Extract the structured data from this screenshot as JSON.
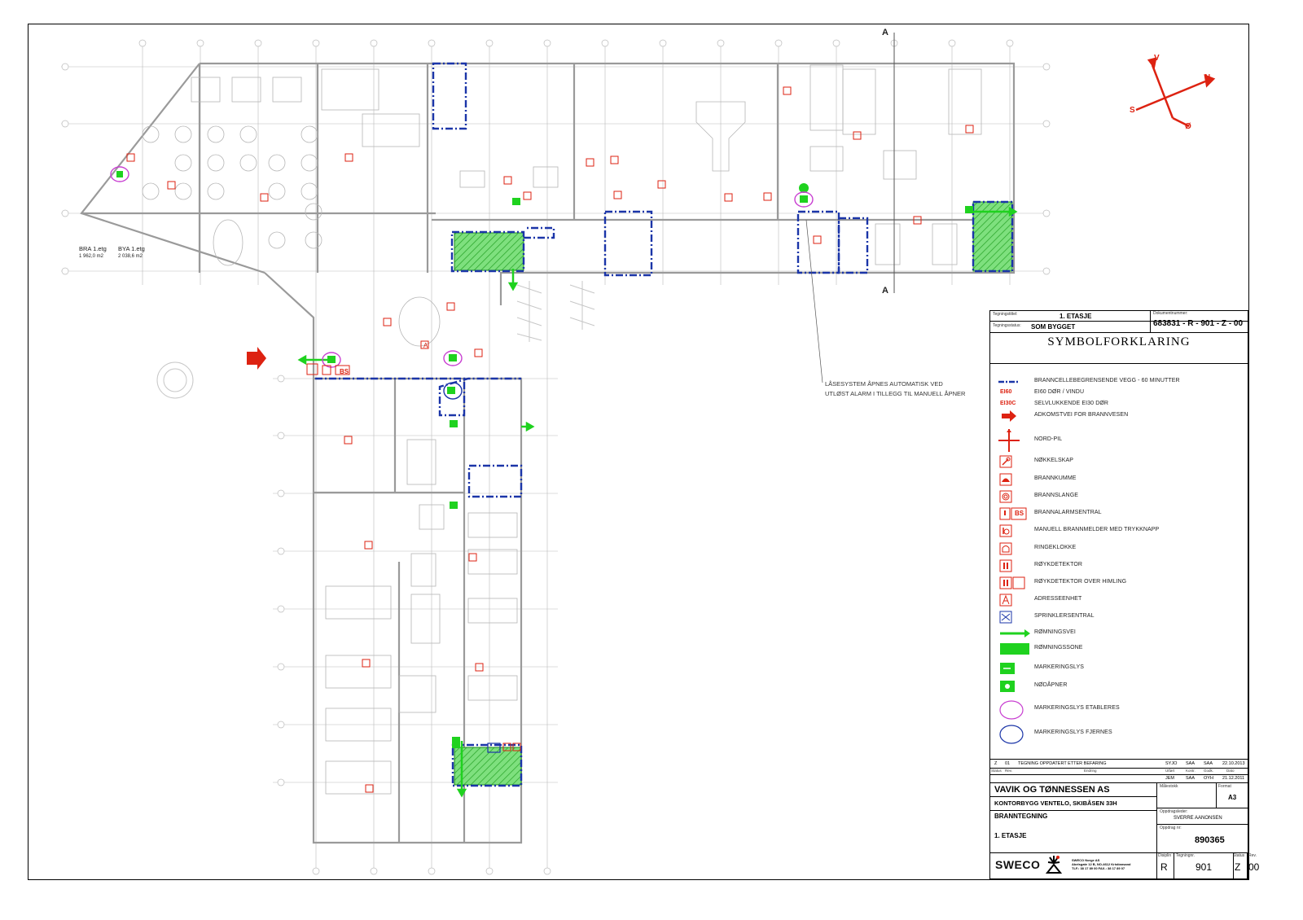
{
  "plan": {
    "area_labels": {
      "bra": "BRA 1.etg",
      "bra_value": "1 962,0 m2",
      "bya": "BYA 1.etg",
      "bya_value": "2 038,6 m2"
    },
    "section_marker": "A",
    "note_line1": "LÅSESYSTEM ÅPNES AUTOMATISK VED",
    "note_line2": "UTLØST ALARM I TILLEGG TIL MANUELL ÅPNER",
    "compass": {
      "n": "N",
      "s": "S",
      "v": "V",
      "o": "Ø"
    },
    "tag_bs": "BS",
    "tag_a": "A"
  },
  "title_block": {
    "drawing_title_label": "Tegningstittel:",
    "drawing_title": "1. ETASJE",
    "doc_number_label": "Dokumentnummer:",
    "doc_number": "683831 - R - 901 - Z - 00",
    "drawing_status_label": "Tegningsstatus:",
    "drawing_status": "SOM BYGGET",
    "legend_title": "SYMBOLFORKLARING",
    "legend": [
      "BRANNCELLEBEGRENSENDE VEGG - 60 MINUTTER",
      "EI60 DØR / VINDU",
      "SELVLUKKENDE EI30 DØR",
      "ADKOMSTVEI FOR BRANNVESEN",
      "NORD-PIL",
      "NØKKELSKAP",
      "BRANNKUMME",
      "BRANNSLANGE",
      "BRANNALARMSENTRAL",
      "MANUELL BRANNMELDER MED TRYKKNAPP",
      "RINGEKLOKKE",
      "RØYKDETEKTOR",
      "RØYKDETEKTOR OVER HIMLING",
      "ADRESSEENHET",
      "SPRINKLERSENTRAL",
      "RØMNINGSVEI",
      "RØMNINGSSONE",
      "MARKERINGSLYS",
      "NØDÅPNER",
      "MARKERINGSLYS ETABLERES",
      "MARKERINGSLYS FJERNES"
    ],
    "legend_codes": {
      "ei60": "EI60",
      "ei30c": "EI30C",
      "bs": "BS"
    },
    "revision": {
      "rev": "Z",
      "num": "01",
      "text": "TEGNING OPPDATERT ETTER BEFARING",
      "by1": "SYJO",
      "by2": "SAA",
      "by3": "SAA",
      "date": "22.10.2013"
    },
    "revision_headers": [
      "Status",
      "Rev.",
      "Endring",
      "Utført",
      "Kontr.",
      "Godk.",
      "Dato"
    ],
    "orig": {
      "by1": "JEM",
      "by2": "SAA",
      "by3": "OYH",
      "date": "21.12.2011"
    },
    "client": "VAVIK OG TØNNESSEN AS",
    "scale_label": "Målestokk",
    "format_label": "Format",
    "format": "A3",
    "project": "KONTORBYGG VENTELO, SKIBÅSEN 33H",
    "discipline": "BRANNTEGNING",
    "client_contact_label": "Oppdragsleder:",
    "client_contact": "SVERRE AANONSEN",
    "floor": "1. ETASJE",
    "job_label": "Oppdrag nr:",
    "job_number": "890365",
    "company": "SWECO",
    "company_info1": "SWECO Norge AS",
    "company_info2": "Abelsgate 12 B, NO-4612 Kristiansand",
    "company_info3": "TLF.: 38 17 89 00   FAX.: 38 17 89 07",
    "discipline_code_label": "Disiplin",
    "discipline_code": "R",
    "drawing_no_label": "Tegningnr.",
    "drawing_no": "901",
    "status_label": "Status",
    "status": "Z",
    "rev_label": "Rev.",
    "rev": "00"
  }
}
